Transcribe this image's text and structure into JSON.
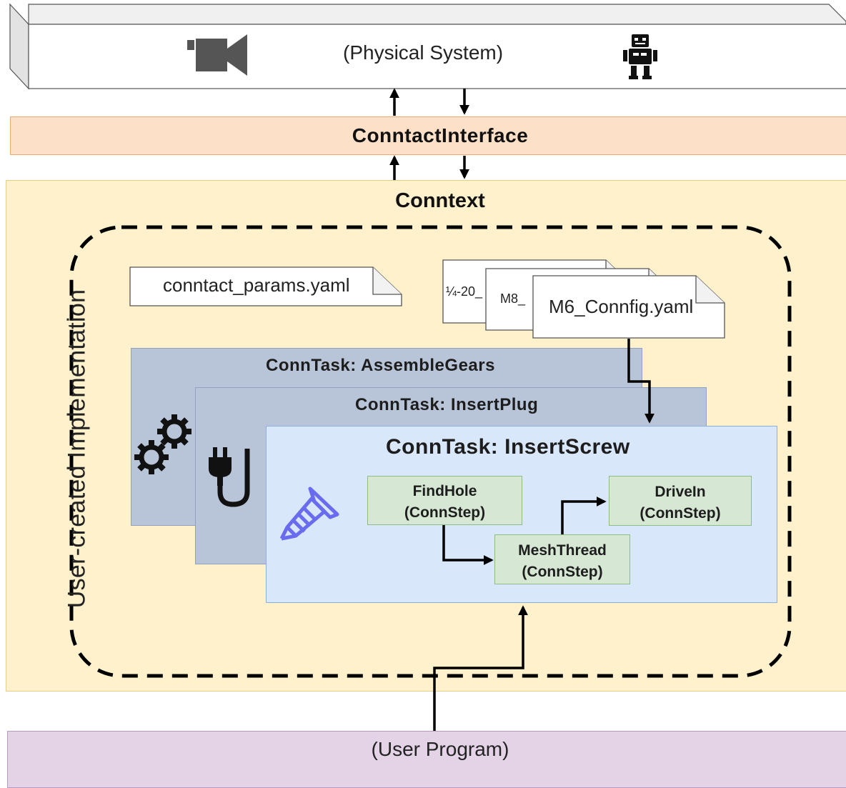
{
  "physical_system": {
    "label": "(Physical System)",
    "icons": [
      "video-camera-icon",
      "robot-icon"
    ]
  },
  "interface": {
    "label": "ConntactInterface"
  },
  "context": {
    "label": "Conntext"
  },
  "implementation": {
    "label": "User-created Implementation"
  },
  "files": {
    "params": "conntact_params.yaml",
    "config_back": "¼-20_",
    "config_mid": "M8_",
    "config_front": "M6_Connfig.yaml"
  },
  "tasks": [
    {
      "title": "ConnTask: AssembleGears",
      "icon": "gears-icon"
    },
    {
      "title": "ConnTask: InsertPlug",
      "icon": "plug-icon"
    },
    {
      "title": "ConnTask: InsertScrew",
      "icon": "screw-icon"
    }
  ],
  "steps": [
    {
      "name": "FindHole",
      "type": "(ConnStep)"
    },
    {
      "name": "MeshThread",
      "type": "(ConnStep)"
    },
    {
      "name": "DriveIn",
      "type": "(ConnStep)"
    }
  ],
  "user_program": {
    "label": "(User Program)"
  },
  "colors": {
    "interface_fill": "#fde0c8",
    "context_fill": "#fff1cc",
    "task_back_fill": "#b8c5d8",
    "task_front_fill": "#d9e7fa",
    "step_fill": "#d6e8d4",
    "user_program_fill": "#e4d3e7",
    "screw_icon": "#6a6cf0"
  }
}
